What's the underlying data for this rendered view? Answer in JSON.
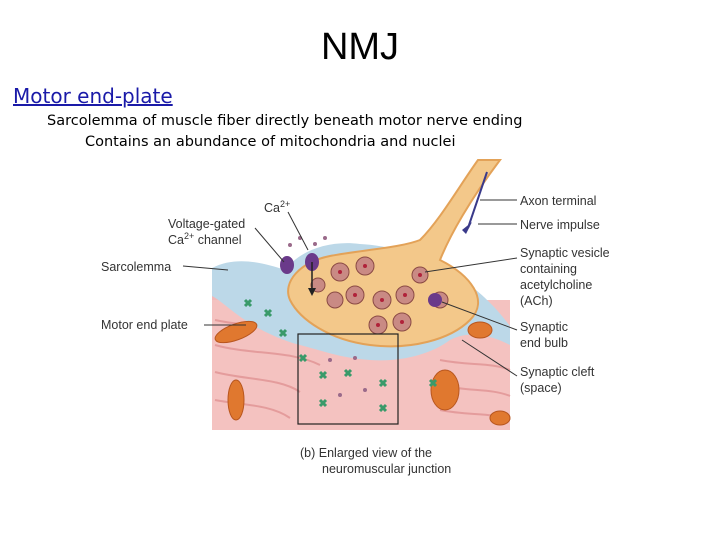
{
  "slide": {
    "title": "NMJ",
    "heading": "Motor end-plate",
    "bullets": [
      "Sarcolemma of muscle fiber directly beneath motor nerve ending",
      "Contains an abundance of mitochondria and nuclei"
    ]
  },
  "figure": {
    "labels_left": {
      "ca": "Ca",
      "ca_sup": "2+",
      "voltage_gated_1": "Voltage-gated",
      "voltage_gated_2_main": "Ca",
      "voltage_gated_2_sup": "2+",
      "voltage_gated_2_rest": " channel",
      "sarcolemma": "Sarcolemma",
      "motor_end_plate": "Motor end plate"
    },
    "labels_right": {
      "axon_terminal": "Axon terminal",
      "nerve_impulse": "Nerve impulse",
      "synaptic_vesicle_1": "Synaptic vesicle",
      "synaptic_vesicle_2": "containing",
      "synaptic_vesicle_3": "acetylcholine",
      "synaptic_vesicle_4": "(ACh)",
      "synaptic_end_bulb_1": "Synaptic",
      "synaptic_end_bulb_2": "end bulb",
      "synaptic_cleft_1": "Synaptic cleft",
      "synaptic_cleft_2": "(space)"
    },
    "caption_1": "(b) Enlarged view of the",
    "caption_2": "neuromuscular junction",
    "colors": {
      "axon": "#f3c88a",
      "axon_dark": "#e3a258",
      "muscle": "#f2b8b8",
      "sarcolemma_blue": "#bcd8e8",
      "mitochondria": "#e0782f",
      "vesicle": "#c98a84",
      "vesicle_core": "#b0223a",
      "receptor": "#3a9a6a",
      "channel": "#6a3a8a"
    }
  }
}
